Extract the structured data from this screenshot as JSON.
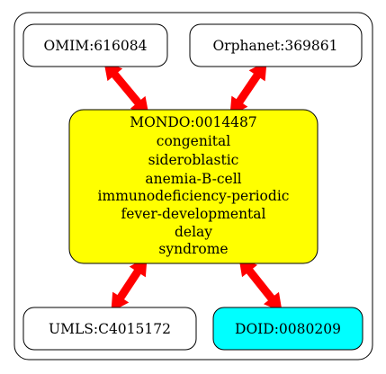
{
  "diagram": {
    "center": {
      "lines": [
        "MONDO:0014487",
        "congenital",
        "sideroblastic",
        "anemia-B-cell",
        "immunodeficiency-periodic",
        "fever-developmental",
        "delay",
        "syndrome"
      ],
      "fill": "#ffff00"
    },
    "nodes": [
      {
        "id": "omim",
        "label": "OMIM:616084",
        "fill": "#ffffff"
      },
      {
        "id": "orphanet",
        "label": "Orphanet:369861",
        "fill": "#ffffff"
      },
      {
        "id": "umls",
        "label": "UMLS:C4015172",
        "fill": "#ffffff"
      },
      {
        "id": "doid",
        "label": "DOID:0080209",
        "fill": "#00ffff"
      }
    ],
    "edge_color": "#ff0000"
  }
}
